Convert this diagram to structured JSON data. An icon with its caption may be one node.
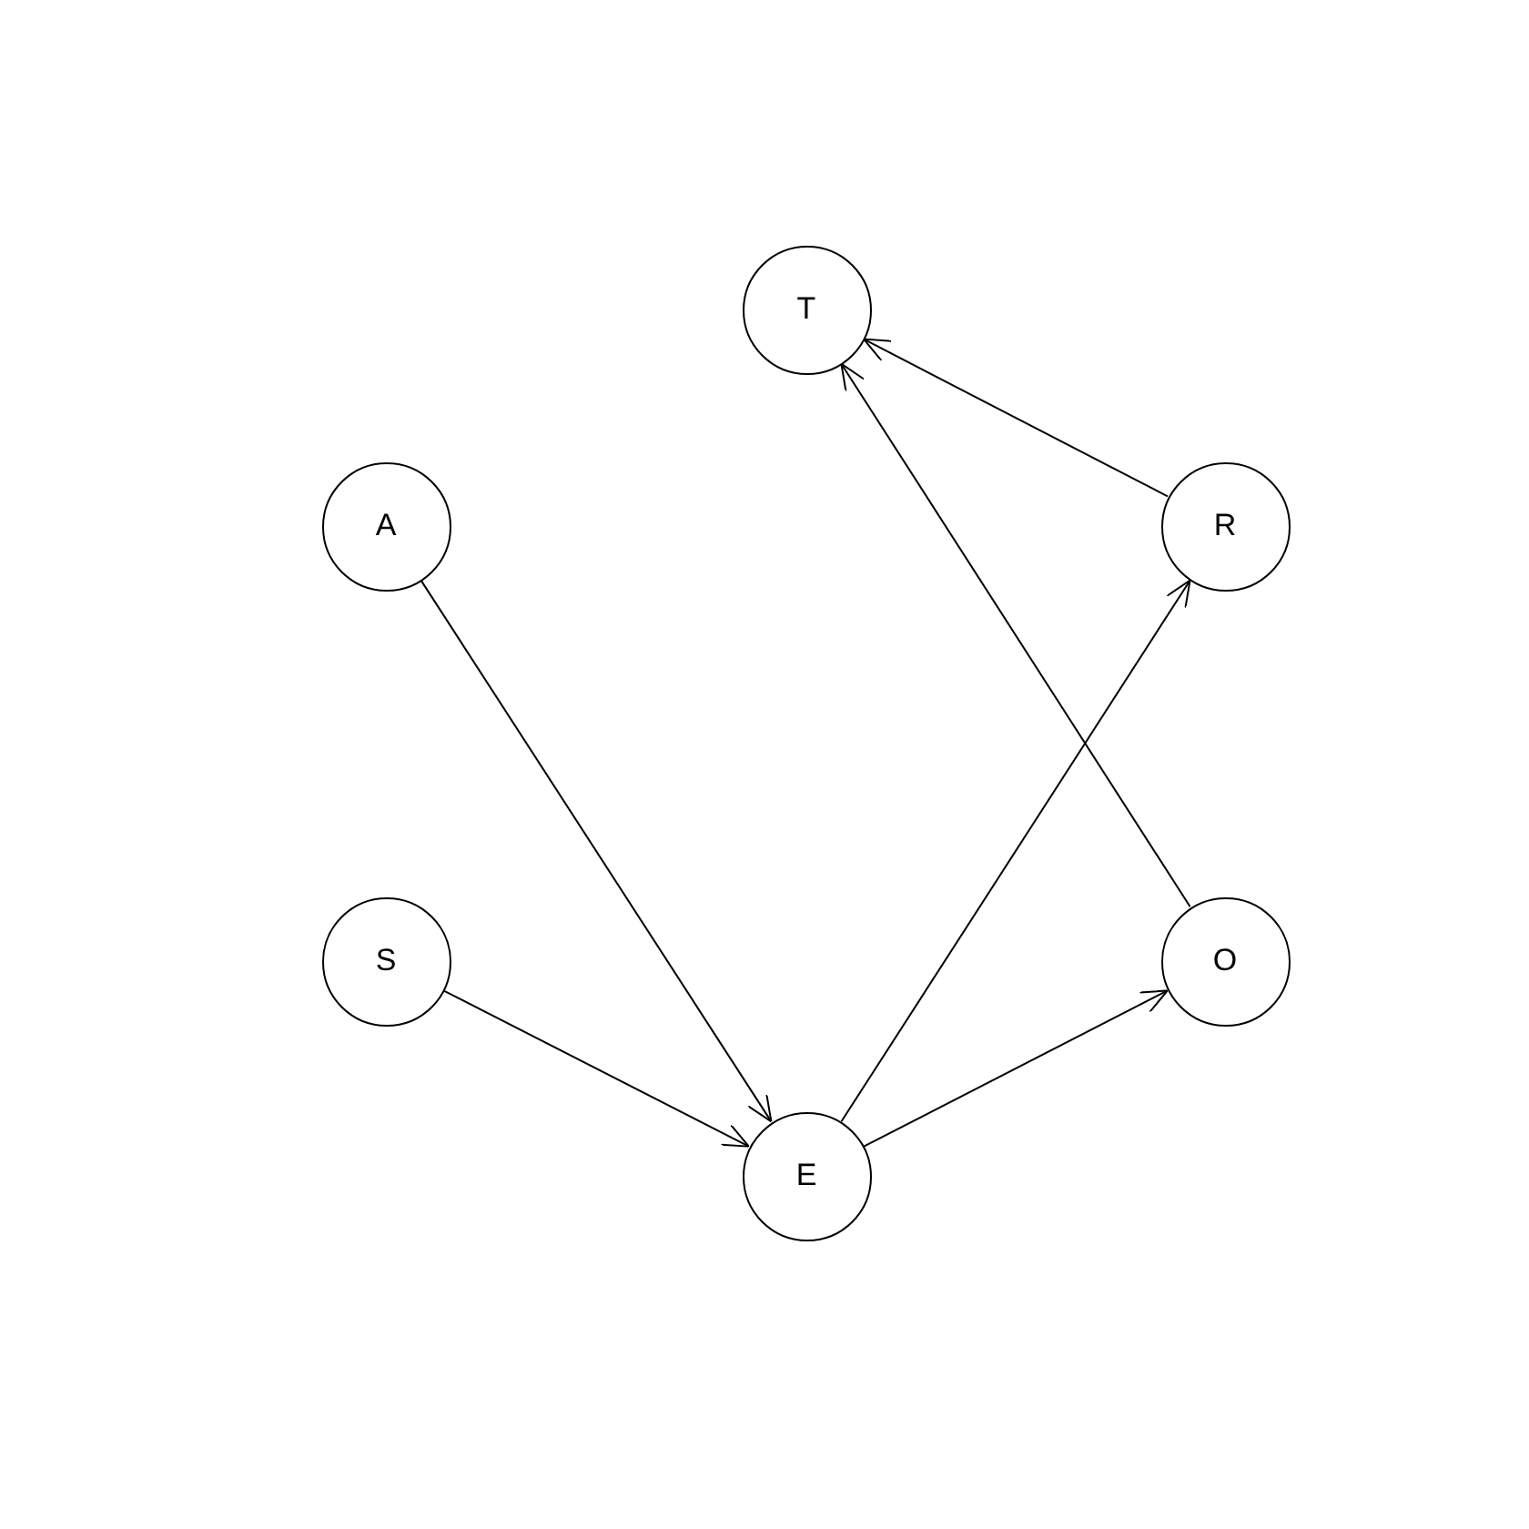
{
  "diagram": {
    "nodes": [
      {
        "text": [
          "T"
        ]
      },
      {
        "text": [
          "A"
        ]
      },
      {
        "text": [
          "R"
        ]
      },
      {
        "text": [
          "S"
        ]
      },
      {
        "text": [
          "O"
        ]
      },
      {
        "text": [
          "E"
        ]
      }
    ],
    "edges": [
      {
        "from": 1,
        "to": 5,
        "arrow": "to"
      },
      {
        "from": 3,
        "to": 5,
        "arrow": "to"
      },
      {
        "from": 5,
        "to": 4,
        "arrow": "to"
      },
      {
        "from": 5,
        "to": 2,
        "arrow": "to"
      },
      {
        "from": 2,
        "to": 0,
        "arrow": "to"
      },
      {
        "from": 4,
        "to": 0,
        "arrow": "to"
      }
    ]
  }
}
